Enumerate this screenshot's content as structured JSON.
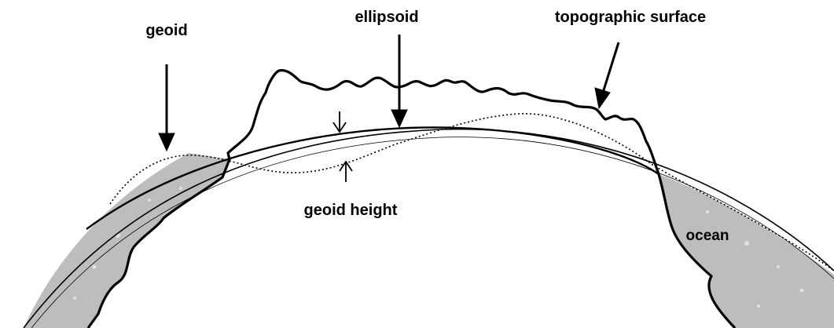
{
  "labels": {
    "geoid": "geoid",
    "ellipsoid": "ellipsoid",
    "topographic_surface": "topographic surface",
    "geoid_height": "geoid height",
    "ocean": "ocean"
  },
  "colors": {
    "land_fill": "#ffffff",
    "ocean_fill": "#bdbdbd",
    "line": "#000000",
    "background": "#ffffff"
  }
}
